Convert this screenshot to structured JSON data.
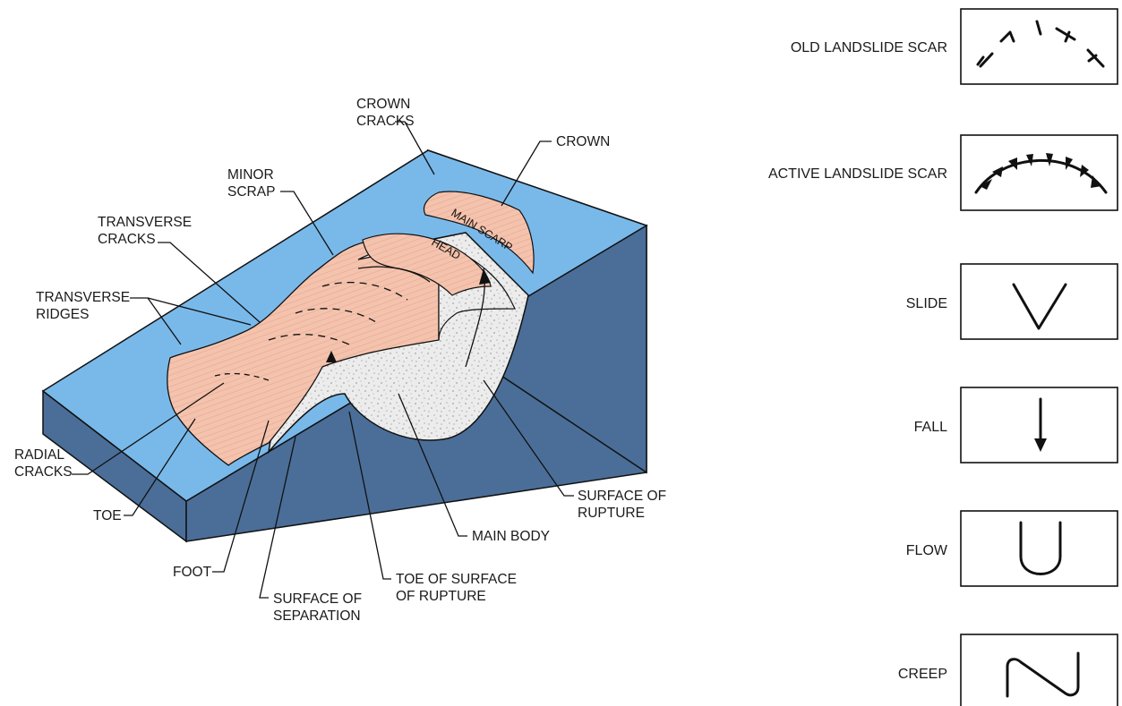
{
  "diagram": {
    "labels": {
      "crown_cracks": [
        "CROWN",
        "CRACKS"
      ],
      "crown": "CROWN",
      "minor_scrap": [
        "MINOR",
        "SCRAP"
      ],
      "transverse_cracks": [
        "TRANSVERSE",
        "CRACKS"
      ],
      "transverse_ridges": [
        "TRANSVERSE",
        "RIDGES"
      ],
      "radial_cracks": [
        "RADIAL",
        "CRACKS"
      ],
      "toe": "TOE",
      "foot": "FOOT",
      "surface_of_separation": [
        "SURFACE OF",
        "SEPARATION"
      ],
      "toe_of_surface_of_rupture": [
        "TOE OF SURFACE",
        "OF RUPTURE"
      ],
      "main_body": "MAIN BODY",
      "surface_of_rupture": [
        "SURFACE OF",
        "RUPTURE"
      ],
      "main_scarp": "MAIN SCARP",
      "head": "HEAD"
    },
    "colors": {
      "slope_top": "#79B9EA",
      "block_side": "#4A6E98",
      "landslide_mass": "#F4C3AE",
      "rupture_surface": "#ECECEC"
    }
  },
  "legend": [
    {
      "label": "OLD LANDSLIDE SCAR",
      "icon": "old-landslide-scar-icon"
    },
    {
      "label": "ACTIVE LANDSLIDE SCAR",
      "icon": "active-landslide-scar-icon"
    },
    {
      "label": "SLIDE",
      "icon": "slide-icon"
    },
    {
      "label": "FALL",
      "icon": "fall-icon"
    },
    {
      "label": "FLOW",
      "icon": "flow-icon"
    },
    {
      "label": "CREEP",
      "icon": "creep-icon"
    }
  ]
}
